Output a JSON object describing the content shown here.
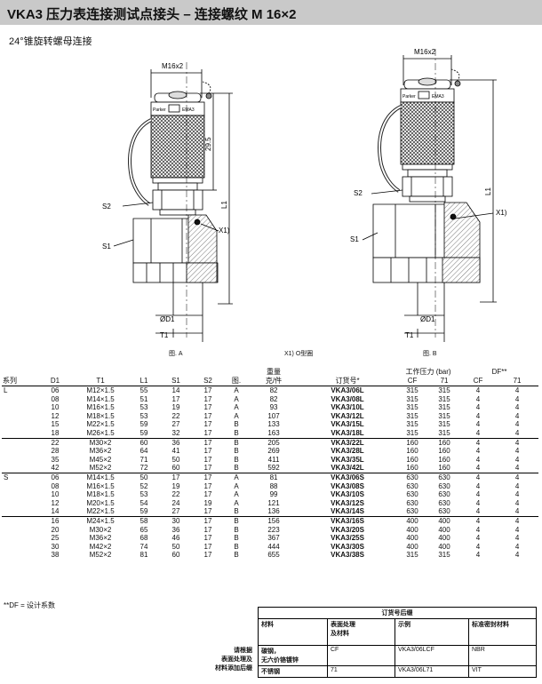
{
  "title": "VKA3  压力表连接测试点接头 – 连接螺纹 M 16×2",
  "subtitle": "24°锥旋转螺母连接",
  "figure": {
    "labels": {
      "thread": "M16x2",
      "dim_h": "29.5",
      "l1": "L1",
      "s2": "S2",
      "s1": "S1",
      "x1": "X1)",
      "d1": "ØD1",
      "t1": "T1",
      "brand": "Parker",
      "model": "EMA3"
    },
    "caption_a": "图. A",
    "caption_b": "图. B",
    "caption_x1": "X1) O型圈"
  },
  "table": {
    "header_top": {
      "weight": "重量",
      "pressure": "工作压力 (bar)",
      "df": "DF**"
    },
    "header_mid": {
      "weight": "克/件"
    },
    "columns": [
      "系列",
      "D1",
      "T1",
      "L1",
      "S1",
      "S2",
      "图.",
      "",
      "订货号*",
      "CF",
      "71",
      "CF",
      "71"
    ],
    "rows": [
      {
        "series": "L",
        "d1": "06",
        "t1": "M12×1.5",
        "l1": "55",
        "s1": "14",
        "s2": "17",
        "fig": "A",
        "weight": "82",
        "order": "VKA3/06L",
        "p_cf": "315",
        "p_71": "315",
        "df_cf": "4",
        "df_71": "4"
      },
      {
        "series": "",
        "d1": "08",
        "t1": "M14×1.5",
        "l1": "51",
        "s1": "17",
        "s2": "17",
        "fig": "A",
        "weight": "82",
        "order": "VKA3/08L",
        "p_cf": "315",
        "p_71": "315",
        "df_cf": "4",
        "df_71": "4"
      },
      {
        "series": "",
        "d1": "10",
        "t1": "M16×1.5",
        "l1": "53",
        "s1": "19",
        "s2": "17",
        "fig": "A",
        "weight": "93",
        "order": "VKA3/10L",
        "p_cf": "315",
        "p_71": "315",
        "df_cf": "4",
        "df_71": "4"
      },
      {
        "series": "",
        "d1": "12",
        "t1": "M18×1.5",
        "l1": "53",
        "s1": "22",
        "s2": "17",
        "fig": "A",
        "weight": "107",
        "order": "VKA3/12L",
        "p_cf": "315",
        "p_71": "315",
        "df_cf": "4",
        "df_71": "4"
      },
      {
        "series": "",
        "d1": "15",
        "t1": "M22×1.5",
        "l1": "59",
        "s1": "27",
        "s2": "17",
        "fig": "B",
        "weight": "133",
        "order": "VKA3/15L",
        "p_cf": "315",
        "p_71": "315",
        "df_cf": "4",
        "df_71": "4"
      },
      {
        "series": "",
        "d1": "18",
        "t1": "M26×1.5",
        "l1": "59",
        "s1": "32",
        "s2": "17",
        "fig": "B",
        "weight": "163",
        "order": "VKA3/18L",
        "p_cf": "315",
        "p_71": "315",
        "df_cf": "4",
        "df_71": "4"
      },
      {
        "series": "",
        "d1": "22",
        "t1": "M30×2",
        "l1": "60",
        "s1": "36",
        "s2": "17",
        "fig": "B",
        "weight": "205",
        "order": "VKA3/22L",
        "p_cf": "160",
        "p_71": "160",
        "df_cf": "4",
        "df_71": "4"
      },
      {
        "series": "",
        "d1": "28",
        "t1": "M36×2",
        "l1": "64",
        "s1": "41",
        "s2": "17",
        "fig": "B",
        "weight": "269",
        "order": "VKA3/28L",
        "p_cf": "160",
        "p_71": "160",
        "df_cf": "4",
        "df_71": "4"
      },
      {
        "series": "",
        "d1": "35",
        "t1": "M45×2",
        "l1": "71",
        "s1": "50",
        "s2": "17",
        "fig": "B",
        "weight": "411",
        "order": "VKA3/35L",
        "p_cf": "160",
        "p_71": "160",
        "df_cf": "4",
        "df_71": "4"
      },
      {
        "series": "",
        "d1": "42",
        "t1": "M52×2",
        "l1": "72",
        "s1": "60",
        "s2": "17",
        "fig": "B",
        "weight": "592",
        "order": "VKA3/42L",
        "p_cf": "160",
        "p_71": "160",
        "df_cf": "4",
        "df_71": "4"
      },
      {
        "series": "S",
        "d1": "06",
        "t1": "M14×1.5",
        "l1": "50",
        "s1": "17",
        "s2": "17",
        "fig": "A",
        "weight": "81",
        "order": "VKA3/06S",
        "p_cf": "630",
        "p_71": "630",
        "df_cf": "4",
        "df_71": "4"
      },
      {
        "series": "",
        "d1": "08",
        "t1": "M16×1.5",
        "l1": "52",
        "s1": "19",
        "s2": "17",
        "fig": "A",
        "weight": "88",
        "order": "VKA3/08S",
        "p_cf": "630",
        "p_71": "630",
        "df_cf": "4",
        "df_71": "4"
      },
      {
        "series": "",
        "d1": "10",
        "t1": "M18×1.5",
        "l1": "53",
        "s1": "22",
        "s2": "17",
        "fig": "A",
        "weight": "99",
        "order": "VKA3/10S",
        "p_cf": "630",
        "p_71": "630",
        "df_cf": "4",
        "df_71": "4"
      },
      {
        "series": "",
        "d1": "12",
        "t1": "M20×1.5",
        "l1": "54",
        "s1": "24",
        "s2": "19",
        "fig": "A",
        "weight": "121",
        "order": "VKA3/12S",
        "p_cf": "630",
        "p_71": "630",
        "df_cf": "4",
        "df_71": "4"
      },
      {
        "series": "",
        "d1": "14",
        "t1": "M22×1.5",
        "l1": "59",
        "s1": "27",
        "s2": "17",
        "fig": "B",
        "weight": "136",
        "order": "VKA3/14S",
        "p_cf": "630",
        "p_71": "630",
        "df_cf": "4",
        "df_71": "4"
      },
      {
        "series": "",
        "d1": "16",
        "t1": "M24×1.5",
        "l1": "58",
        "s1": "30",
        "s2": "17",
        "fig": "B",
        "weight": "156",
        "order": "VKA3/16S",
        "p_cf": "400",
        "p_71": "400",
        "df_cf": "4",
        "df_71": "4"
      },
      {
        "series": "",
        "d1": "20",
        "t1": "M30×2",
        "l1": "65",
        "s1": "36",
        "s2": "17",
        "fig": "B",
        "weight": "223",
        "order": "VKA3/20S",
        "p_cf": "400",
        "p_71": "400",
        "df_cf": "4",
        "df_71": "4"
      },
      {
        "series": "",
        "d1": "25",
        "t1": "M36×2",
        "l1": "68",
        "s1": "46",
        "s2": "17",
        "fig": "B",
        "weight": "367",
        "order": "VKA3/25S",
        "p_cf": "400",
        "p_71": "400",
        "df_cf": "4",
        "df_71": "4"
      },
      {
        "series": "",
        "d1": "30",
        "t1": "M42×2",
        "l1": "74",
        "s1": "50",
        "s2": "17",
        "fig": "B",
        "weight": "444",
        "order": "VKA3/30S",
        "p_cf": "400",
        "p_71": "400",
        "df_cf": "4",
        "df_71": "4"
      },
      {
        "series": "",
        "d1": "38",
        "t1": "M52×2",
        "l1": "81",
        "s1": "60",
        "s2": "17",
        "fig": "B",
        "weight": "655",
        "order": "VKA3/38S",
        "p_cf": "315",
        "p_71": "315",
        "df_cf": "4",
        "df_71": "4"
      }
    ]
  },
  "footnote": "**DF = 设计系数",
  "order_suffix": {
    "title": "订货号后缀",
    "side_label": [
      "请根据",
      "表面处理及",
      "材料添加后缀"
    ],
    "headers": [
      "材料",
      "表面处理\n及材料",
      "示例",
      "标准密封材料"
    ],
    "rows": [
      [
        "碳钢，\n无六价铬镀锌",
        "CF",
        "VKA3/06LCF",
        "NBR"
      ],
      [
        "不锈钢",
        "71",
        "VKA3/06L71",
        "VIT"
      ]
    ]
  }
}
